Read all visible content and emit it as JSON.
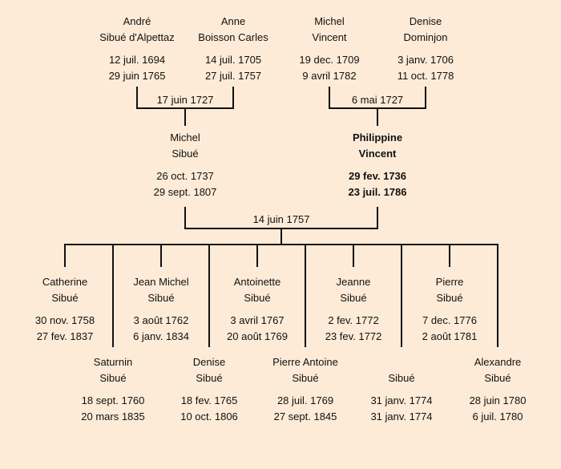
{
  "grandparents": [
    {
      "first": "André",
      "last": "Sibué d'Alpettaz",
      "birth": "12 juil. 1694",
      "death": "29 juin 1765"
    },
    {
      "first": "Anne",
      "last": "Boisson Carles",
      "birth": "14 juil. 1705",
      "death": "27 juil. 1757"
    },
    {
      "first": "Michel",
      "last": "Vincent",
      "birth": "19 dec. 1709",
      "death": "9 avril 1782"
    },
    {
      "first": "Denise",
      "last": "Dominjon",
      "birth": "3 janv. 1706",
      "death": "11 oct. 1778"
    }
  ],
  "grandparent_marriages": [
    "17 juin 1727",
    "6 mai 1727"
  ],
  "parents": [
    {
      "first": "Michel",
      "last": "Sibué",
      "birth": "26 oct. 1737",
      "death": "29 sept. 1807",
      "highlight": false
    },
    {
      "first": "Philippine",
      "last": "Vincent",
      "birth": "29 fev. 1736",
      "death": "23 juil. 1786",
      "highlight": true
    }
  ],
  "parent_marriage": "14 juin 1757",
  "children": [
    {
      "first": "Catherine",
      "last": "Sibué",
      "birth": "30 nov. 1758",
      "death": "27 fev. 1837"
    },
    {
      "first": "Saturnin",
      "last": "Sibué",
      "birth": "18 sept. 1760",
      "death": "20 mars 1835"
    },
    {
      "first": "Jean Michel",
      "last": "Sibué",
      "birth": "3 août 1762",
      "death": "6 janv. 1834"
    },
    {
      "first": "Denise",
      "last": "Sibué",
      "birth": "18 fev. 1765",
      "death": "10 oct. 1806"
    },
    {
      "first": "Antoinette",
      "last": "Sibué",
      "birth": "3 avril 1767",
      "death": "20 août 1769"
    },
    {
      "first": "Pierre Antoine",
      "last": "Sibué",
      "birth": "28 juil. 1769",
      "death": "27 sept. 1845"
    },
    {
      "first": "Jeanne",
      "last": "Sibué",
      "birth": "2 fev. 1772",
      "death": "23 fev. 1772"
    },
    {
      "first": "",
      "last": "Sibué",
      "birth": "31 janv. 1774",
      "death": "31 janv. 1774"
    },
    {
      "first": "Pierre",
      "last": "Sibué",
      "birth": "7 dec. 1776",
      "death": "2 août 1781"
    },
    {
      "first": "Alexandre",
      "last": "Sibué",
      "birth": "28 juin 1780",
      "death": "6 juil. 1780"
    }
  ]
}
